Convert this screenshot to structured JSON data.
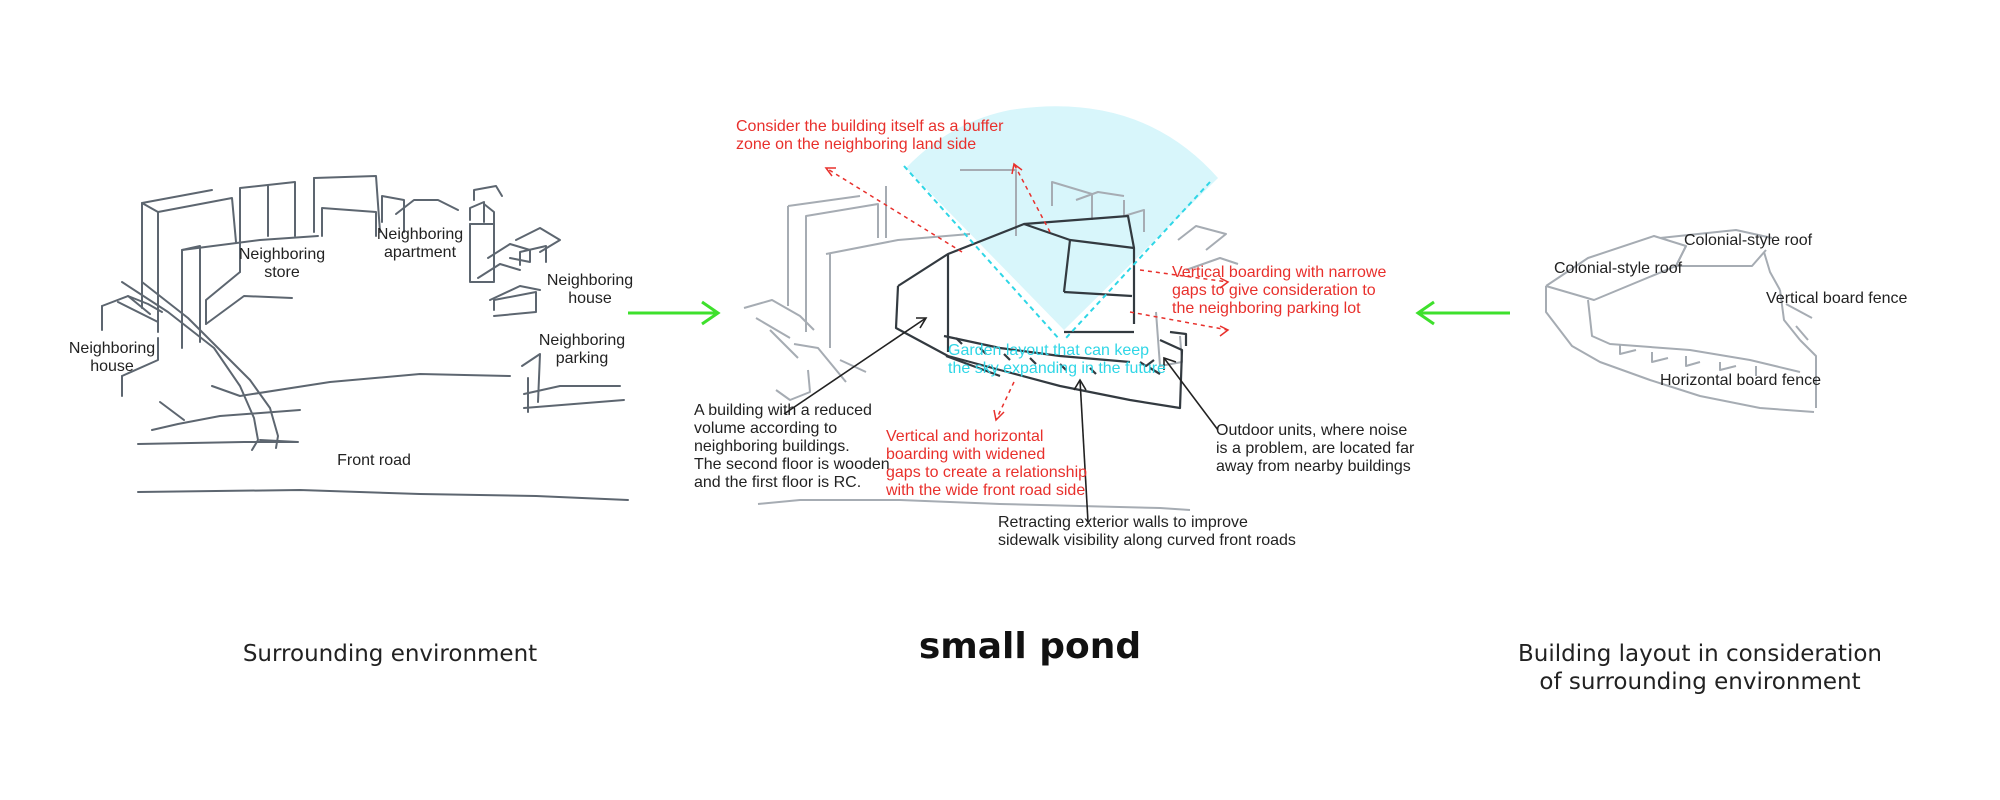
{
  "colors": {
    "sketch": "#5d6670",
    "ink": "#222222",
    "annotation_red": "#e8302c",
    "annotation_cyan": "#2fd6e6",
    "sky_fill": "#d8f6fb",
    "arrow_green": "#3ee02c"
  },
  "left_panel": {
    "caption": "Surrounding environment",
    "labels": {
      "neighboring_store": "Neighboring\nstore",
      "neighboring_apartment": "Neighboring\napartment",
      "neighboring_house_right": "Neighboring\nhouse",
      "neighboring_house_left": "Neighboring\nhouse",
      "neighboring_parking": "Neighboring\nparking",
      "front_road": "Front road"
    }
  },
  "center_panel": {
    "title": "small pond",
    "notes": {
      "buffer_zone": "Consider the building itself as a buffer\nzone on the neighboring land side",
      "vertical_boarding_narrow": "Vertical boarding with narrowe\ngaps to give consideration to\nthe neighboring  parking lot",
      "garden_layout": "Garden layout that can keep\nthe sky expanding in the future",
      "reduced_volume": "A building with a reduced\nvolume according to\nneighboring buildings.\nThe second floor is wooden\nand the first floor is RC.",
      "vertical_horizontal_boarding": "Vertical and horizontal\nboarding with widened\ngaps to create a relationship\nwith the wide front road side",
      "outdoor_units": "Outdoor units, where noise\nis a problem, are located far\naway from nearby buildings",
      "retracting_walls": "Retracting exterior walls to improve\nsidewalk visibility along curved front roads"
    }
  },
  "right_panel": {
    "caption": "Building layout in consideration\nof surrounding environment",
    "labels": {
      "colonial_roof_top": "Colonial-style roof",
      "colonial_roof_left": "Colonial-style roof",
      "vertical_board_fence": "Vertical board fence",
      "horizontal_board_fence": "Horizontal board fence"
    }
  }
}
